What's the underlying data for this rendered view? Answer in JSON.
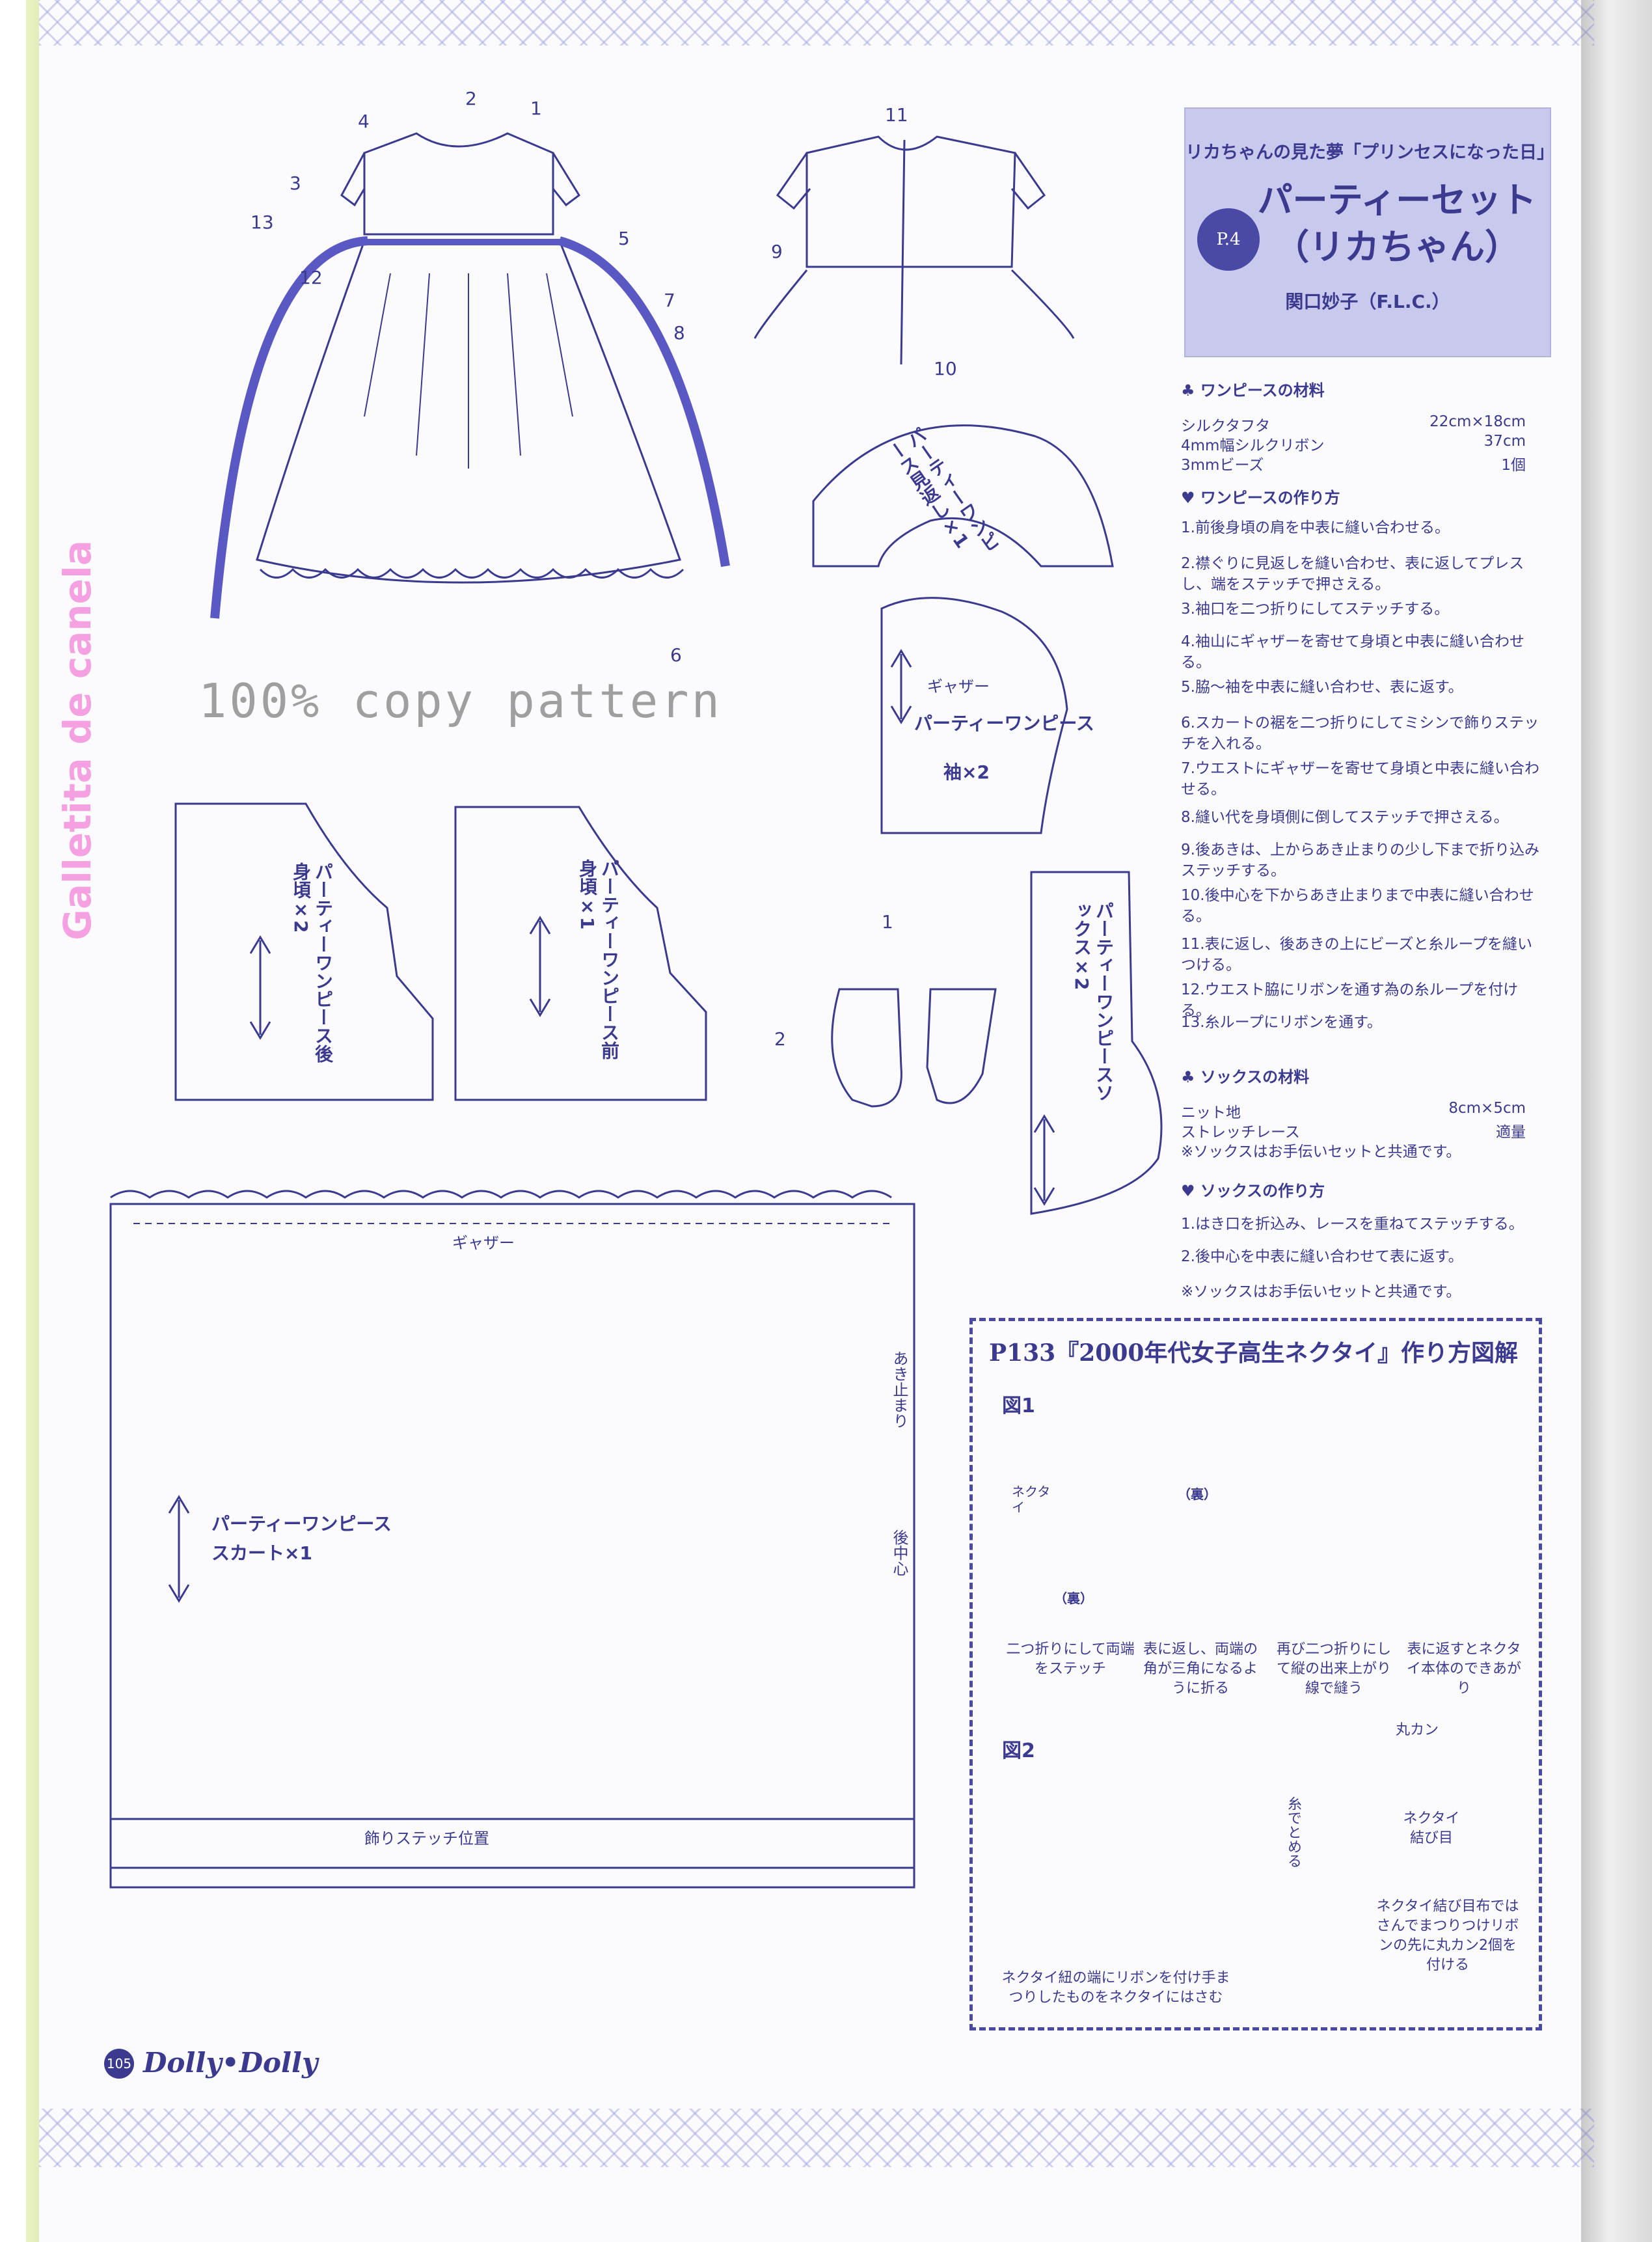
{
  "title_box": {
    "series": "リカちゃんの見た夢「プリンセスになった日」",
    "page_ref": "P.4",
    "title_line1": "パーティーセット",
    "title_line2": "（リカちゃん）",
    "author": "関口妙子（F.L.C.）"
  },
  "dress_materials": {
    "heading": "ワンピースの材料",
    "items": [
      {
        "name": "シルクタフタ",
        "value": "22cm×18cm"
      },
      {
        "name": "4mm幅シルクリボン",
        "value": "37cm"
      },
      {
        "name": "3mmビーズ",
        "value": "1個"
      }
    ]
  },
  "dress_steps": {
    "heading": "ワンピースの作り方",
    "items": [
      "1.前後身頃の肩を中表に縫い合わせる。",
      "2.襟ぐりに見返しを縫い合わせ、表に返してプレスし、端をステッチで押さえる。",
      "3.袖口を二つ折りにしてステッチする。",
      "4.袖山にギャザーを寄せて身頃と中表に縫い合わせる。",
      "5.脇～袖を中表に縫い合わせ、表に返す。",
      "6.スカートの裾を二つ折りにしてミシンで飾りステッチを入れる。",
      "7.ウエストにギャザーを寄せて身頃と中表に縫い合わせる。",
      "8.縫い代を身頃側に倒してステッチで押さえる。",
      "9.後あきは、上からあき止まりの少し下まで折り込みステッチする。",
      "10.後中心を下からあき止まりまで中表に縫い合わせる。",
      "11.表に返し、後あきの上にビーズと糸ループを縫いつける。",
      "12.ウエスト脇にリボンを通す為の糸ループを付ける。",
      "13.糸ループにリボンを通す。"
    ]
  },
  "sock_materials": {
    "heading": "ソックスの材料",
    "items": [
      {
        "name": "ニット地",
        "value": "8cm×5cm"
      },
      {
        "name": "ストレッチレース",
        "value": "適量"
      }
    ],
    "note": "※ソックスはお手伝いセットと共通です。"
  },
  "sock_steps": {
    "heading": "ソックスの作り方",
    "items": [
      "1.はき口を折込み、レースを重ねてステッチする。",
      "2.後中心を中表に縫い合わせて表に返す。"
    ],
    "note": "※ソックスはお手伝いセットと共通です。"
  },
  "diagram_numbers": {
    "front": [
      "1",
      "2",
      "3",
      "4",
      "5",
      "6",
      "7",
      "8",
      "12",
      "13"
    ],
    "back": [
      "9",
      "10",
      "11"
    ],
    "socks": [
      "1",
      "2"
    ]
  },
  "copy_pattern": "100% copy pattern",
  "watermark": "Galletita de canela",
  "patterns": {
    "back_bodice": "パーティーワンピース後身頃×2",
    "front_bodice": "パーティーワンピース前身頃×1",
    "facing": "パーティーワンピース見返し×1",
    "sleeve_name": "パーティーワンピース",
    "sleeve_count": "袖×2",
    "sleeve_gather": "ギャザー",
    "socks": "パーティーワンピースソックス×2",
    "skirt_gather": "ギャザー",
    "skirt_name": "パーティーワンピース",
    "skirt_count": "スカート×1",
    "opening_stop": "あき止まり",
    "back_center": "後中心",
    "decor_stitch": "飾りステッチ位置"
  },
  "necktie": {
    "title": "P133『2000年代女子高生ネクタイ』作り方図解",
    "fig1": "図1",
    "fig2": "図2",
    "label_necktie": "ネクタイ",
    "label_ura1": "（裏）",
    "label_ura2": "（裏）",
    "cap1": "二つ折りにして両端をステッチ",
    "cap2": "表に返し、両端の角が三角になるように折る",
    "cap3": "再び二つ折りにして縦の出来上がり線で縫う",
    "cap4": "表に返すとネクタイ本体のできあがり",
    "maru_kan": "丸カン",
    "thread_stop": "糸でとめる",
    "knot": "ネクタイ結び目",
    "cap5": "ネクタイ紐の端にリボンを付け手まつりしたものをネクタイにはさむ",
    "cap6": "ネクタイ結び目布ではさんでまつりつけリボンの先に丸カン2個を付ける"
  },
  "footer": {
    "page_number": "105",
    "logo": "Dolly•Dolly"
  },
  "colors": {
    "ink": "#3b3a8f",
    "panel": "#c9c9ee",
    "ribbon": "#5a59c4",
    "watermark": "#f5a0e0"
  }
}
